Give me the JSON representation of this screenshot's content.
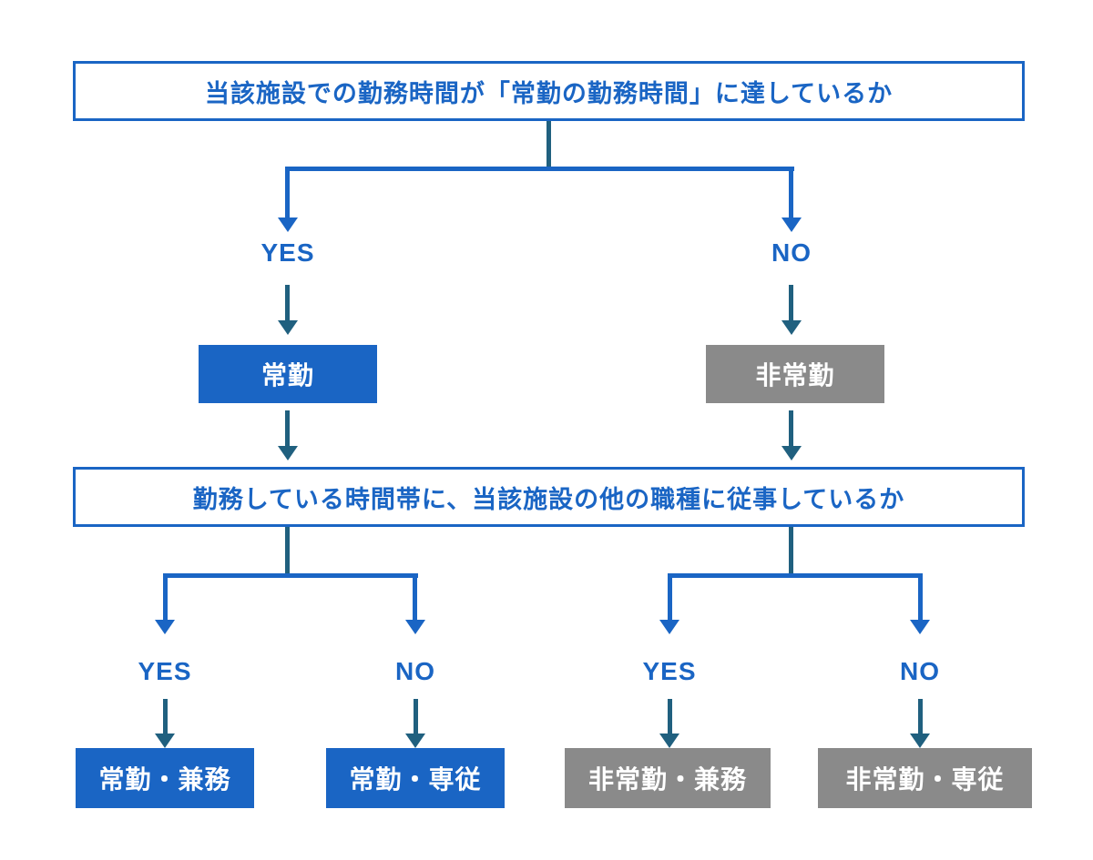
{
  "flowchart": {
    "question1": "当該施設での勤務時間が「常勤の勤務時間」に達しているか",
    "question2": "勤務している時間帯に、当該施設の他の職種に従事しているか",
    "level1": {
      "yes_label": "YES",
      "no_label": "NO",
      "yes_result": "常勤",
      "no_result": "非常勤"
    },
    "level2": {
      "left_yes_label": "YES",
      "left_no_label": "NO",
      "right_yes_label": "YES",
      "right_no_label": "NO",
      "results": {
        "fulltime_concurrent": "常勤・兼務",
        "fulltime_dedicated": "常勤・専従",
        "parttime_concurrent": "非常勤・兼務",
        "parttime_dedicated": "非常勤・専従"
      }
    },
    "colors": {
      "blue": "#1A65C4",
      "teal": "#20607F",
      "gray": "#8A8A8A",
      "background": "#FFFFFF"
    }
  }
}
